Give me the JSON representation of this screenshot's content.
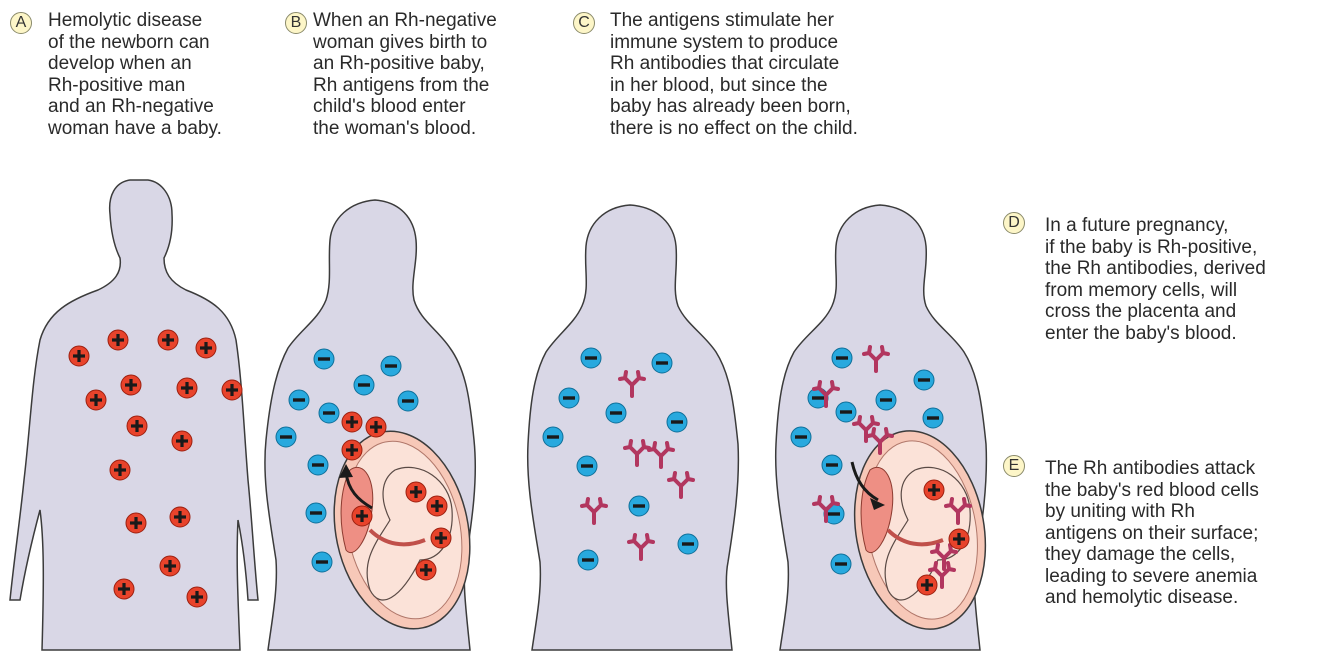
{
  "steps": [
    {
      "letter": "A",
      "text": "Hemolytic disease\nof the newborn can\ndevelop when an\nRh-positive man\nand an Rh-negative\nwoman have a baby."
    },
    {
      "letter": "B",
      "text": "When an Rh-negative\nwoman gives birth to\nan Rh-positive baby,\nRh antigens from the\nchild's blood enter\nthe woman's blood."
    },
    {
      "letter": "C",
      "text": "The antigens stimulate her\nimmune system to produce\nRh antibodies that circulate\nin her blood, but since the\nbaby has already been born,\nthere is no effect on the child."
    },
    {
      "letter": "D",
      "text": "In a future pregnancy,\nif the baby is Rh-positive,\nthe Rh antibodies, derived\nfrom memory cells, will\ncross the placenta and\nenter the baby's blood."
    },
    {
      "letter": "E",
      "text": "The Rh antibodies attack\nthe baby's red blood cells\nby uniting with Rh\nantigens on their surface;\nthey damage the cells,\nleading to severe anemia\nand hemolytic disease."
    }
  ],
  "colors": {
    "silhouette": "#d9d7e6",
    "silhouette_outline": "#3b3b3b",
    "rh_positive_cell": "#e8432b",
    "rh_negative_cell": "#28a9de",
    "antibody": "#b2365f",
    "uterus": "#f7c8b8",
    "placenta": "#ee8f84",
    "badge_fill": "#fdf6c8"
  },
  "icons": {
    "positive": "plus-sign",
    "negative": "minus-sign",
    "antibody": "y-shaped-antibody"
  }
}
